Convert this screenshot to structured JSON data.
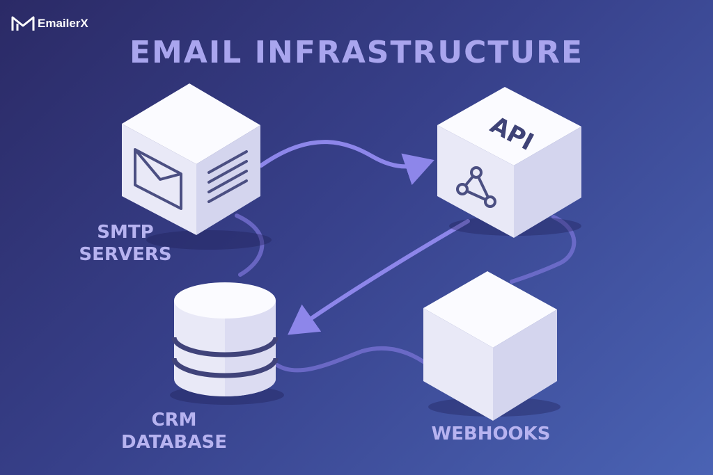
{
  "brand": {
    "name": "EmailerX",
    "icon": "m-logo-icon"
  },
  "title": "EMAIL INFRASTRUCTURE",
  "nodes": {
    "smtp": {
      "line1": "SMTP",
      "line2": "SERVERS",
      "icons": [
        "envelope-icon",
        "text-lines-icon"
      ]
    },
    "api": {
      "face_text": "API",
      "icons": [
        "network-nodes-icon"
      ]
    },
    "crm": {
      "line1": "CRM",
      "line2": "DATABASE",
      "icons": [
        "database-icon"
      ]
    },
    "webhooks": {
      "line1": "WEBHOOKS"
    }
  },
  "colors": {
    "title": "#a9a5ee",
    "label": "#b7b3f0",
    "connector": "#8d86ea",
    "cube_top": "#fbfbff",
    "cube_front": "#e9e9f7",
    "cube_side": "#d4d5ee",
    "icon_stroke": "#4b4f82"
  }
}
